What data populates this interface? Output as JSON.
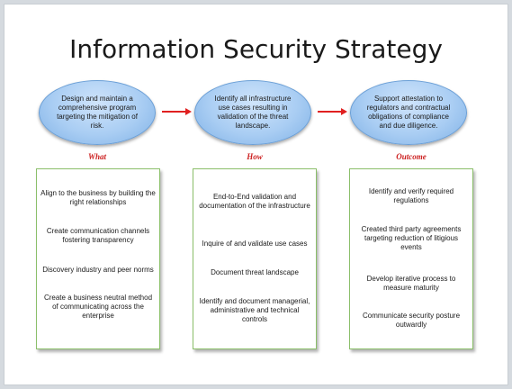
{
  "title": "Information Security Strategy",
  "columns": [
    {
      "oval_text": "Design and maintain a comprehensive program targeting the mitigation of risk.",
      "label": "What",
      "items": [
        "Align to the business by building the right relationships",
        "Create communication channels fostering transparency",
        "Discovery industry and peer norms",
        "Create a business neutral method of communicating across the enterprise"
      ]
    },
    {
      "oval_text": "Identify all infrastructure use cases resulting in validation of the threat landscape.",
      "label": "How",
      "items": [
        "End-to-End validation and documentation of the infrastructure",
        "Inquire of and validate use cases",
        "Document threat landscape",
        "Identify and document managerial, administrative and technical controls"
      ]
    },
    {
      "oval_text": "Support attestation to regulators and contractual obligations of compliance and due diligence.",
      "label": "Outcome",
      "items": [
        "Identify and verify required regulations",
        "Created third party agreements targeting reduction of litigious events",
        "Develop iterative process to measure maturity",
        "Communicate security posture outwardly"
      ]
    }
  ],
  "colors": {
    "arrow": "#e02020",
    "label": "#cc1f1f",
    "box_border": "#8bbf6a",
    "oval_fill": "#a9cdf3"
  }
}
